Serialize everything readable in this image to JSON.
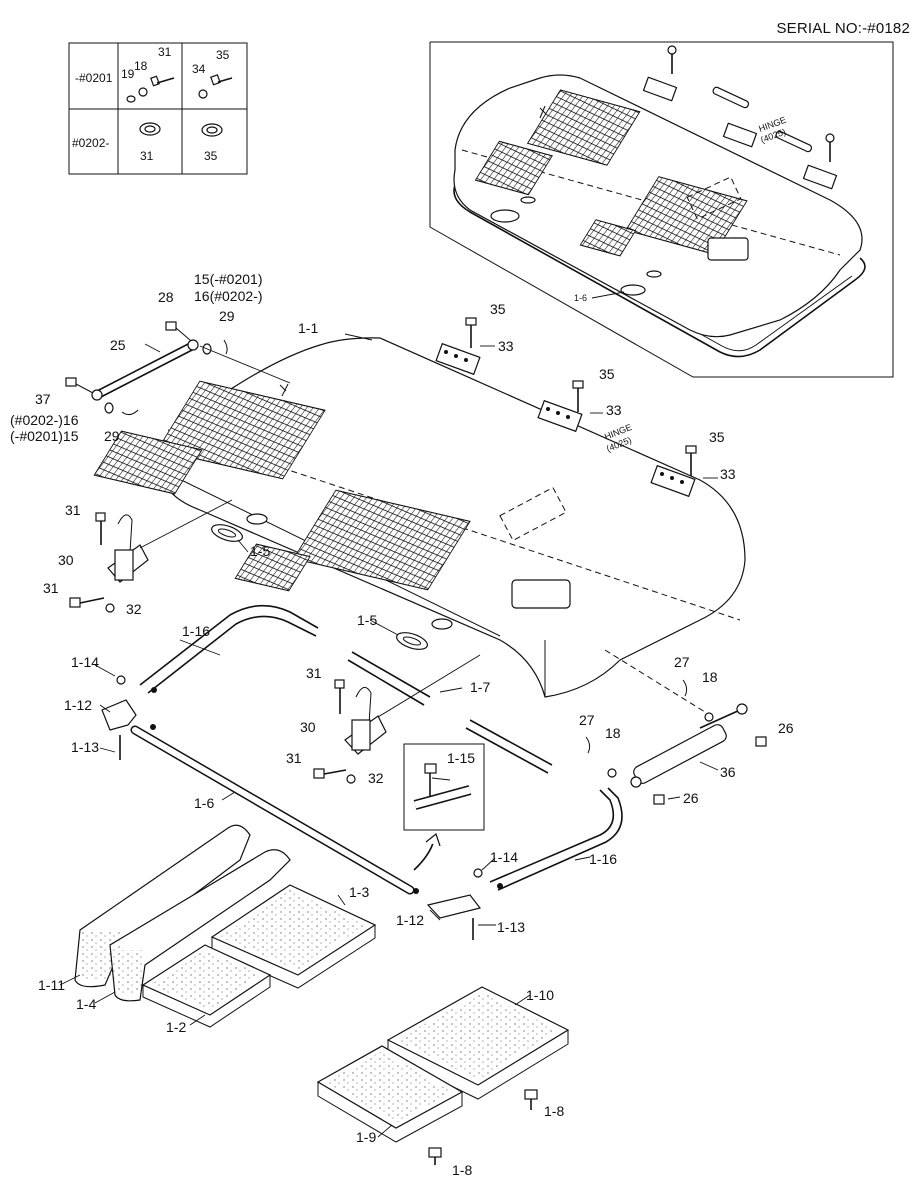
{
  "serial": "SERIAL NO:-#0182",
  "table": {
    "row1": "-#0201",
    "row2": "#0202-",
    "c1r1": [
      "31",
      "19",
      "18"
    ],
    "c2r1": [
      "35",
      "34"
    ],
    "c1r2": "31",
    "c2r2": "35"
  },
  "inset": {
    "hinge": "HINGE",
    "hinge_code": "(4025)",
    "label": "1-6"
  },
  "labels": {
    "l_28": "28",
    "l_15a": "15(-#0201)",
    "l_16a": "16(#0202-)",
    "l_29a": "29",
    "l_25": "25",
    "l_37": "37",
    "l_16b": "(#0202-)16",
    "l_15b": "(-#0201)15",
    "l_29b": "29",
    "l_1_1": "1-1",
    "l_35a": "35",
    "l_33a": "33",
    "l_35b": "35",
    "l_33b": "33",
    "l_35c": "35",
    "l_33c": "33",
    "l_hinge": "HINGE",
    "l_hinge_code": "(4025)",
    "l_31a": "31",
    "l_30a": "30",
    "l_31b": "31",
    "l_32a": "32",
    "l_1_5a": "1-5",
    "l_1_5b": "1-5",
    "l_1_16a": "1-16",
    "l_1_14a": "1-14",
    "l_1_12a": "1-12",
    "l_1_13a": "1-13",
    "l_31c": "31",
    "l_30b": "30",
    "l_31d": "31",
    "l_32b": "32",
    "l_1_7": "1-7",
    "l_27a": "27",
    "l_18a": "18",
    "l_27b": "27",
    "l_18b": "18",
    "l_26a": "26",
    "l_36": "36",
    "l_26b": "26",
    "l_1_15": "1-15",
    "l_1_6": "1-6",
    "l_1_14b": "1-14",
    "l_1_16b": "1-16",
    "l_1_12b": "1-12",
    "l_1_13b": "1-13",
    "l_1_3": "1-3",
    "l_1_11": "1-11",
    "l_1_4": "1-4",
    "l_1_2": "1-2",
    "l_1_10": "1-10",
    "l_1_8a": "1-8",
    "l_1_9": "1-9",
    "l_1_8b": "1-8"
  }
}
